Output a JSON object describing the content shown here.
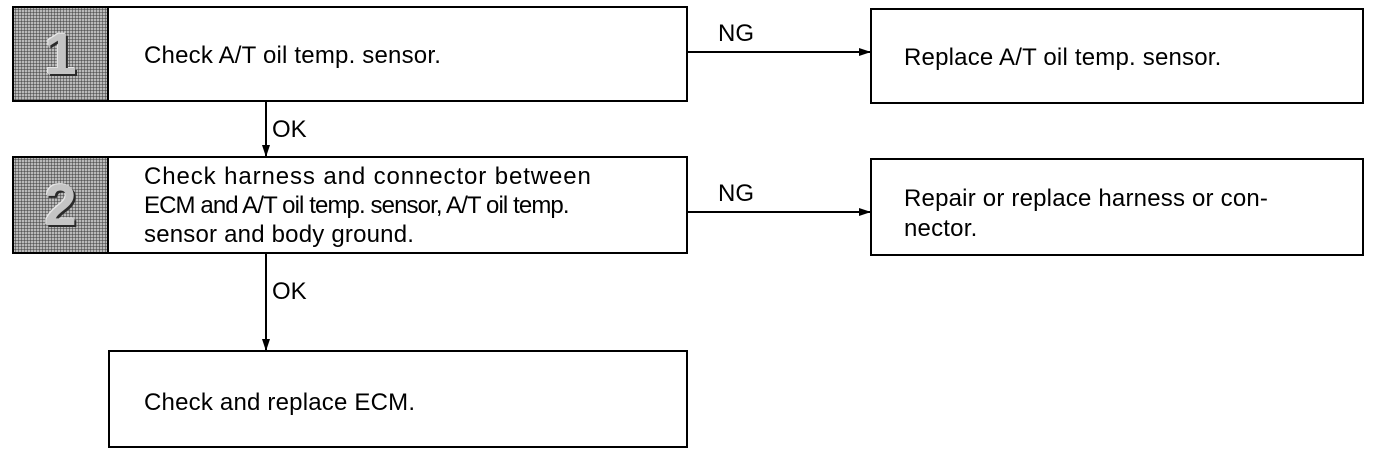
{
  "steps": [
    {
      "number": "1",
      "text": [
        "Check A/T oil temp. sensor."
      ]
    },
    {
      "number": "2",
      "text": [
        "Check harness and connector between",
        "ECM and A/T oil temp. sensor, A/T oil temp.",
        "sensor and body ground."
      ]
    }
  ],
  "outcomes": {
    "ng1": [
      "Replace A/T oil temp. sensor."
    ],
    "ng2": [
      "Repair or replace harness or con-",
      "nector."
    ],
    "final": [
      "Check and replace ECM."
    ]
  },
  "labels": {
    "ng": "NG",
    "ok": "OK"
  }
}
